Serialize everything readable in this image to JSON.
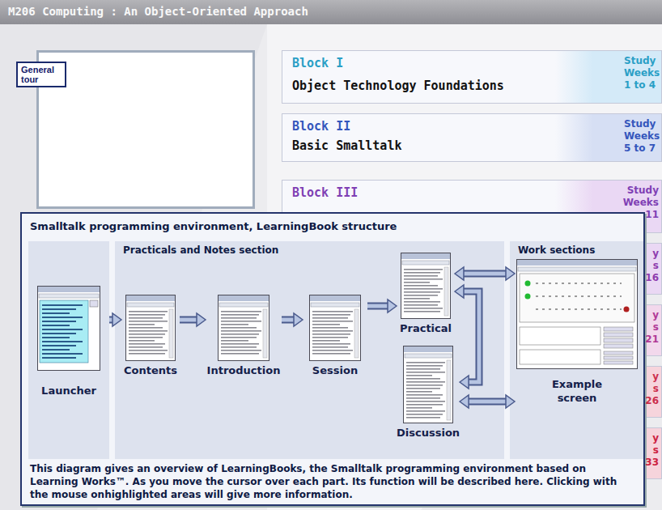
{
  "diagram": {
    "nodes": [
      {
        "text": [
          "M206 Computing : An Object-Oriented Approach"
        ]
      },
      {
        "text": [
          "General tour"
        ]
      },
      {
        "text": [
          "Block I",
          "Object Technology Foundations",
          "Study Weeks 1 to 4"
        ]
      },
      {
        "text": [
          "Block II",
          "Basic Smalltalk",
          "Study Weeks 5 to 7"
        ]
      },
      {
        "text": [
          "Block III",
          "Study Weeks 11"
        ]
      },
      {
        "text": [
          "y s 16"
        ]
      },
      {
        "text": [
          "y s 21"
        ]
      },
      {
        "text": [
          "y s 26"
        ]
      },
      {
        "text": [
          "y s 33"
        ]
      },
      {
        "text": [
          "Smalltalk programming environment, LearningBook structure",
          "This diagram gives an overview of LearningBooks, the Smalltalk programming environment based on Learning Works™. As you move the cursor over each part. Its function will be described here. Clicking with the mouse onhighlighted areas will give more information."
        ]
      },
      {
        "text": [
          "Launcher"
        ],
        "in": 9
      },
      {
        "text": [
          "Practicals and Notes section"
        ],
        "in": 9
      },
      {
        "text": [
          "Contents"
        ],
        "in": 11
      },
      {
        "text": [
          "Introduction"
        ],
        "in": 11
      },
      {
        "text": [
          "Session"
        ],
        "in": 11
      },
      {
        "text": [
          "Practical"
        ],
        "in": 11
      },
      {
        "text": [
          "Discussion"
        ],
        "in": 11
      },
      {
        "text": [
          "Work sections"
        ],
        "in": 9
      },
      {
        "text": [
          "Example screen"
        ],
        "in": 17
      }
    ],
    "edges": [
      {
        "from": 10,
        "to": 12,
        "arrow": "to"
      },
      {
        "from": 12,
        "to": 13,
        "arrow": "to"
      },
      {
        "from": 13,
        "to": 14,
        "arrow": "to"
      },
      {
        "from": 14,
        "to": 15,
        "arrow": "to"
      },
      {
        "from": 15,
        "to": 16,
        "arrow": "both"
      },
      {
        "from": 15,
        "to": 18,
        "arrow": "both"
      },
      {
        "from": 16,
        "to": 18,
        "arrow": "both"
      }
    ]
  }
}
